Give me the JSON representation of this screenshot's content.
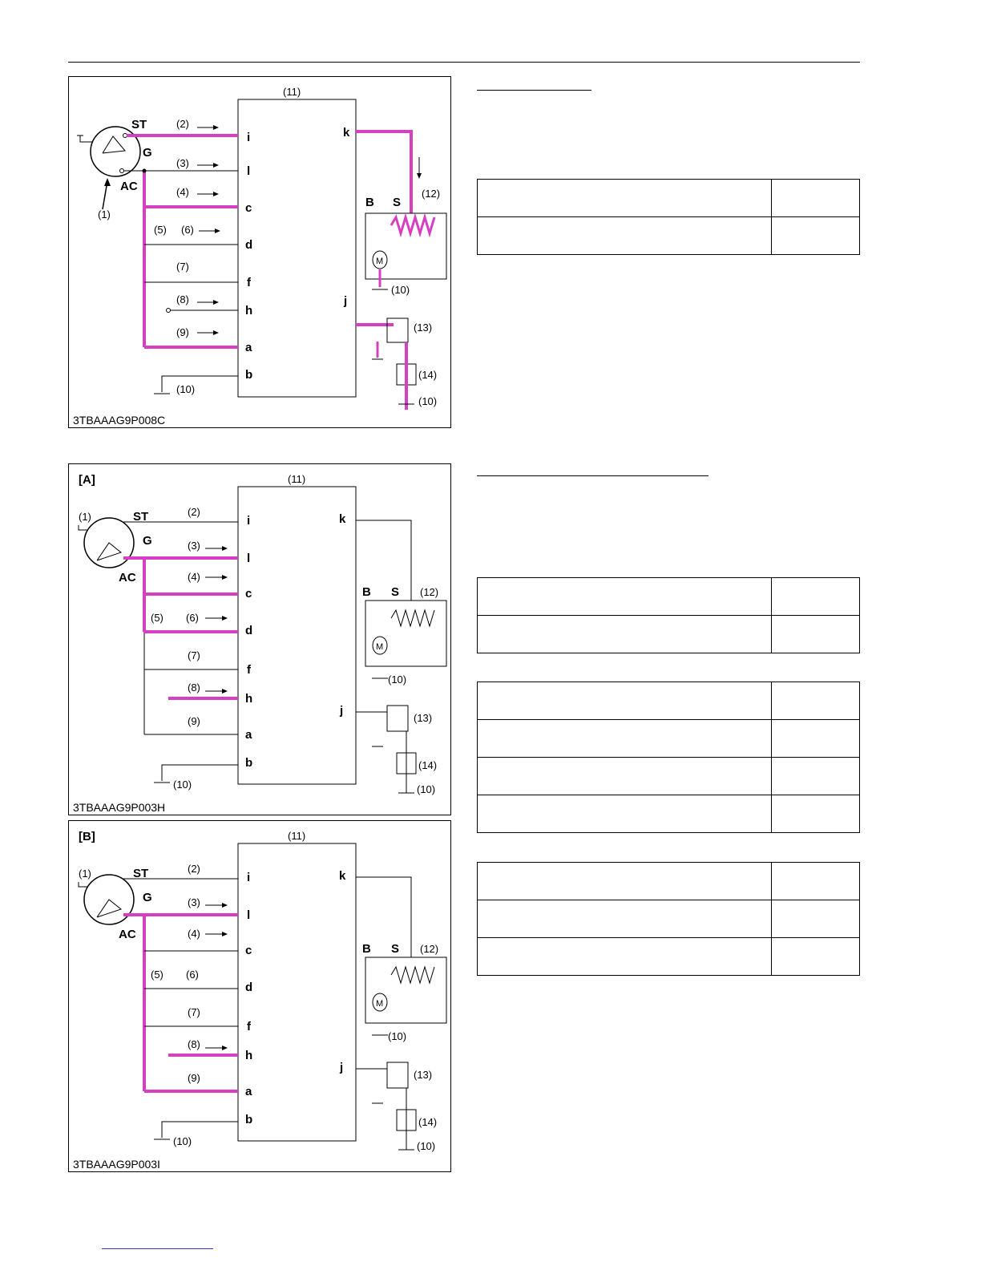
{
  "figures": [
    {
      "id": "fig1",
      "panel_label": "",
      "caption": "3TBAAAG9P008C",
      "callouts": {
        "n1": "(1)",
        "n2": "(2)",
        "n3": "(3)",
        "n4": "(4)",
        "n5": "(5)",
        "n6": "(6)",
        "n7": "(7)",
        "n8": "(8)",
        "n9": "(9)",
        "n10": "(10)",
        "n11": "(11)",
        "n12": "(12)",
        "n13": "(13)",
        "n14": "(14)"
      },
      "switch_labels": {
        "st": "ST",
        "g": "G",
        "ac": "AC"
      },
      "terminals": {
        "i": "i",
        "l": "l",
        "c": "c",
        "d": "d",
        "f": "f",
        "h": "h",
        "a": "a",
        "b": "b",
        "k": "k",
        "j": "j"
      },
      "relay_labels": {
        "b": "B",
        "s": "S"
      },
      "motor_label": "M"
    },
    {
      "id": "fig2",
      "panel_label": "[A]",
      "caption": "3TBAAAG9P003H",
      "callouts": {
        "n1": "(1)",
        "n2": "(2)",
        "n3": "(3)",
        "n4": "(4)",
        "n5": "(5)",
        "n6": "(6)",
        "n7": "(7)",
        "n8": "(8)",
        "n9": "(9)",
        "n10": "(10)",
        "n11": "(11)",
        "n12": "(12)",
        "n13": "(13)",
        "n14": "(14)"
      },
      "switch_labels": {
        "st": "ST",
        "g": "G",
        "ac": "AC"
      },
      "terminals": {
        "i": "i",
        "l": "l",
        "c": "c",
        "d": "d",
        "f": "f",
        "h": "h",
        "a": "a",
        "b": "b",
        "k": "k",
        "j": "j"
      },
      "relay_labels": {
        "b": "B",
        "s": "S"
      },
      "motor_label": "M"
    },
    {
      "id": "fig3",
      "panel_label": "[B]",
      "caption": "3TBAAAG9P003I",
      "callouts": {
        "n1": "(1)",
        "n2": "(2)",
        "n3": "(3)",
        "n4": "(4)",
        "n5": "(5)",
        "n6": "(6)",
        "n7": "(7)",
        "n8": "(8)",
        "n9": "(9)",
        "n10": "(10)",
        "n11": "(11)",
        "n12": "(12)",
        "n13": "(13)",
        "n14": "(14)"
      },
      "switch_labels": {
        "st": "ST",
        "g": "G",
        "ac": "AC"
      },
      "terminals": {
        "i": "i",
        "l": "l",
        "c": "c",
        "d": "d",
        "f": "f",
        "h": "h",
        "a": "a",
        "b": "b",
        "k": "k",
        "j": "j"
      },
      "relay_labels": {
        "b": "B",
        "s": "S"
      },
      "motor_label": "M"
    }
  ],
  "colors": {
    "highlight": "#d63fbf",
    "line": "#000000"
  }
}
